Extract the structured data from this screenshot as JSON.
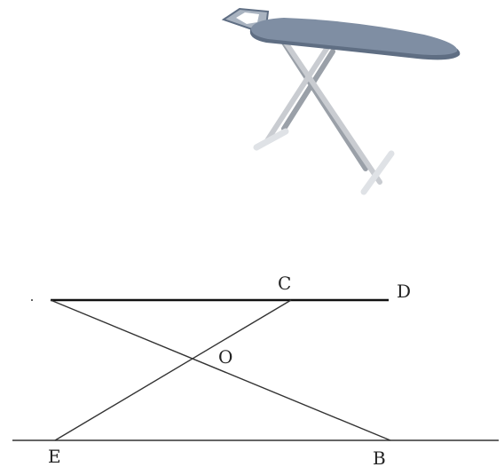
{
  "figure": {
    "illustration": "ironing-board",
    "colors": {
      "board_top": "#7f8ea3",
      "board_edge": "#5f6e83",
      "legs": "#c9ccd1",
      "leg_shadow": "#9aa0a8",
      "feet": "#dfe2e6",
      "line": "#333333",
      "line_bold": "#111111"
    }
  },
  "diagram": {
    "points": {
      "A": "",
      "C": "C",
      "D": "D",
      "O": "O",
      "E": "E",
      "B": "B"
    },
    "segments": [
      "AD",
      "AB",
      "CE",
      "EB"
    ]
  }
}
